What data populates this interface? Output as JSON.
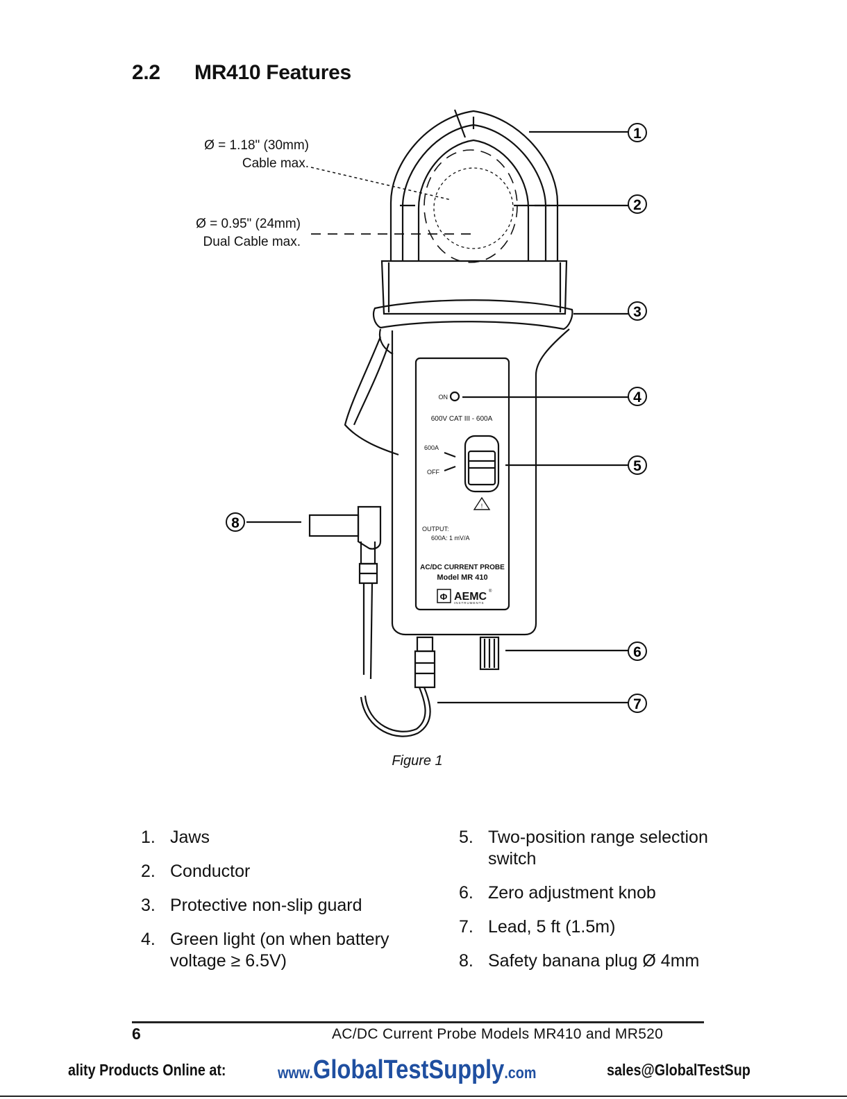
{
  "section": {
    "number": "2.2",
    "title": "MR410 Features"
  },
  "figure": {
    "dim_large": "Ø = 1.18\" (30mm)",
    "dim_large_sub": "Cable max.",
    "dim_small": "Ø = 0.95\" (24mm)",
    "dim_small_sub": "Dual Cable max.",
    "callouts": [
      "1",
      "2",
      "3",
      "4",
      "5",
      "6",
      "7",
      "8"
    ],
    "panel": {
      "on_label": "ON",
      "rating": "600V CAT III - 600A",
      "switch_high": "600A",
      "switch_off": "OFF",
      "warning": "!",
      "output_label": "OUTPUT:",
      "output_value": "600A: 1 mV/A",
      "product": "AC/DC CURRENT PROBE",
      "model": "Model MR 410",
      "brand": "AEMC",
      "brand_mark": "®",
      "brand_sub": "INSTRUMENTS"
    },
    "caption": "Figure 1"
  },
  "features_left": [
    {
      "n": "1.",
      "text": "Jaws"
    },
    {
      "n": "2.",
      "text": "Conductor"
    },
    {
      "n": "3.",
      "text": "Protective non-slip guard"
    },
    {
      "n": "4.",
      "text": "Green light (on when battery voltage ≥ 6.5V)"
    }
  ],
  "features_right": [
    {
      "n": "5.",
      "text": "Two-position range selection switch"
    },
    {
      "n": "6.",
      "text": "Zero adjustment knob"
    },
    {
      "n": "7.",
      "text": "Lead, 5 ft (1.5m)"
    },
    {
      "n": "8.",
      "text": "Safety banana plug Ø 4mm"
    }
  ],
  "footer": {
    "page": "6",
    "title": "AC/DC Current Probe Models MR410 and MR520"
  },
  "banner": {
    "left": "ality Products Online at:",
    "url_prefix": "www.",
    "url_main": "GlobalTestSupply",
    "url_suffix": ".com",
    "email": "sales@GlobalTestSup"
  },
  "colors": {
    "banner_link": "#1f4fa0",
    "text": "#111111"
  }
}
